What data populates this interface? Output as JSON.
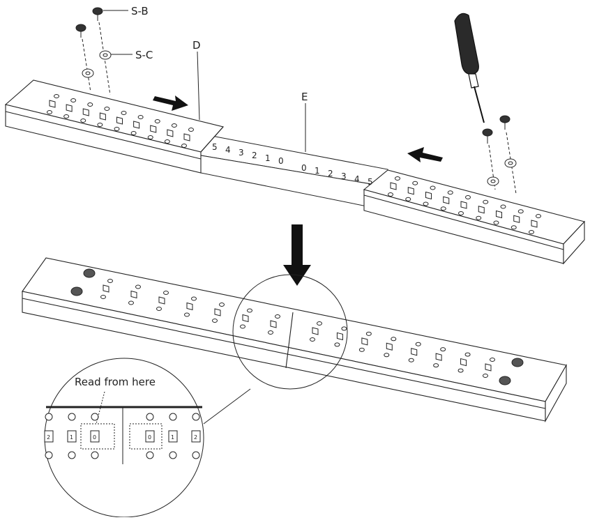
{
  "labels": {
    "screw": "S-B",
    "washer": "S-C",
    "rail_left": "D",
    "rail_center": "E",
    "read_note": "Read from here"
  },
  "scale_left": [
    "5",
    "4",
    "3",
    "2",
    "1",
    "0"
  ],
  "scale_right": [
    "0",
    "1",
    "2",
    "3",
    "4",
    "5"
  ],
  "zoom_marks": [
    "2",
    "1",
    "0",
    "0",
    "1",
    "2"
  ],
  "colors": {
    "line": "#222222",
    "fill": "#ffffff",
    "arrow": "#111111"
  }
}
